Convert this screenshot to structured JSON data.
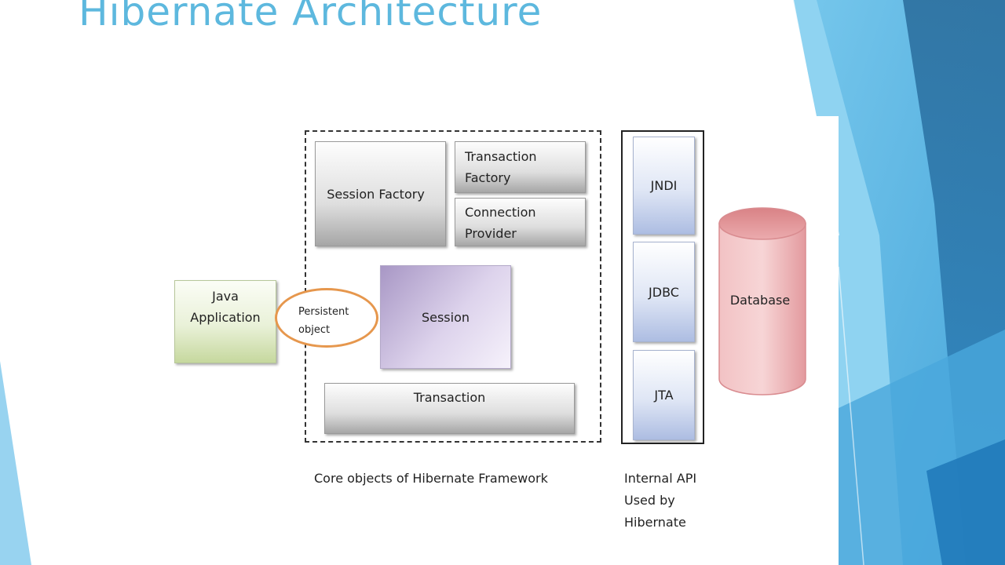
{
  "slide": {
    "title": "Hibernate Architecture"
  },
  "diagram": {
    "core_objects": {
      "session_factory": "Session Factory",
      "transaction_factory": [
        "Transaction",
        "Factory"
      ],
      "connection_provider": [
        "Connection",
        "Provider"
      ],
      "session": "Session",
      "transaction": "Transaction"
    },
    "java_application": [
      "Java",
      "Application"
    ],
    "persistent_object": [
      "Persistent",
      "object"
    ],
    "internal_api": {
      "items": [
        "JNDI",
        "JDBC",
        "JTA"
      ]
    },
    "database": "Database",
    "captions": {
      "core": "Core objects of Hibernate Framework",
      "api": [
        "Internal API",
        "Used by",
        "Hibernate"
      ]
    }
  },
  "colors": {
    "title": "#5db8de",
    "accent_blue": "#2e7fb8",
    "ellipse_border": "#e6974d",
    "database": "#e9a1a4"
  }
}
